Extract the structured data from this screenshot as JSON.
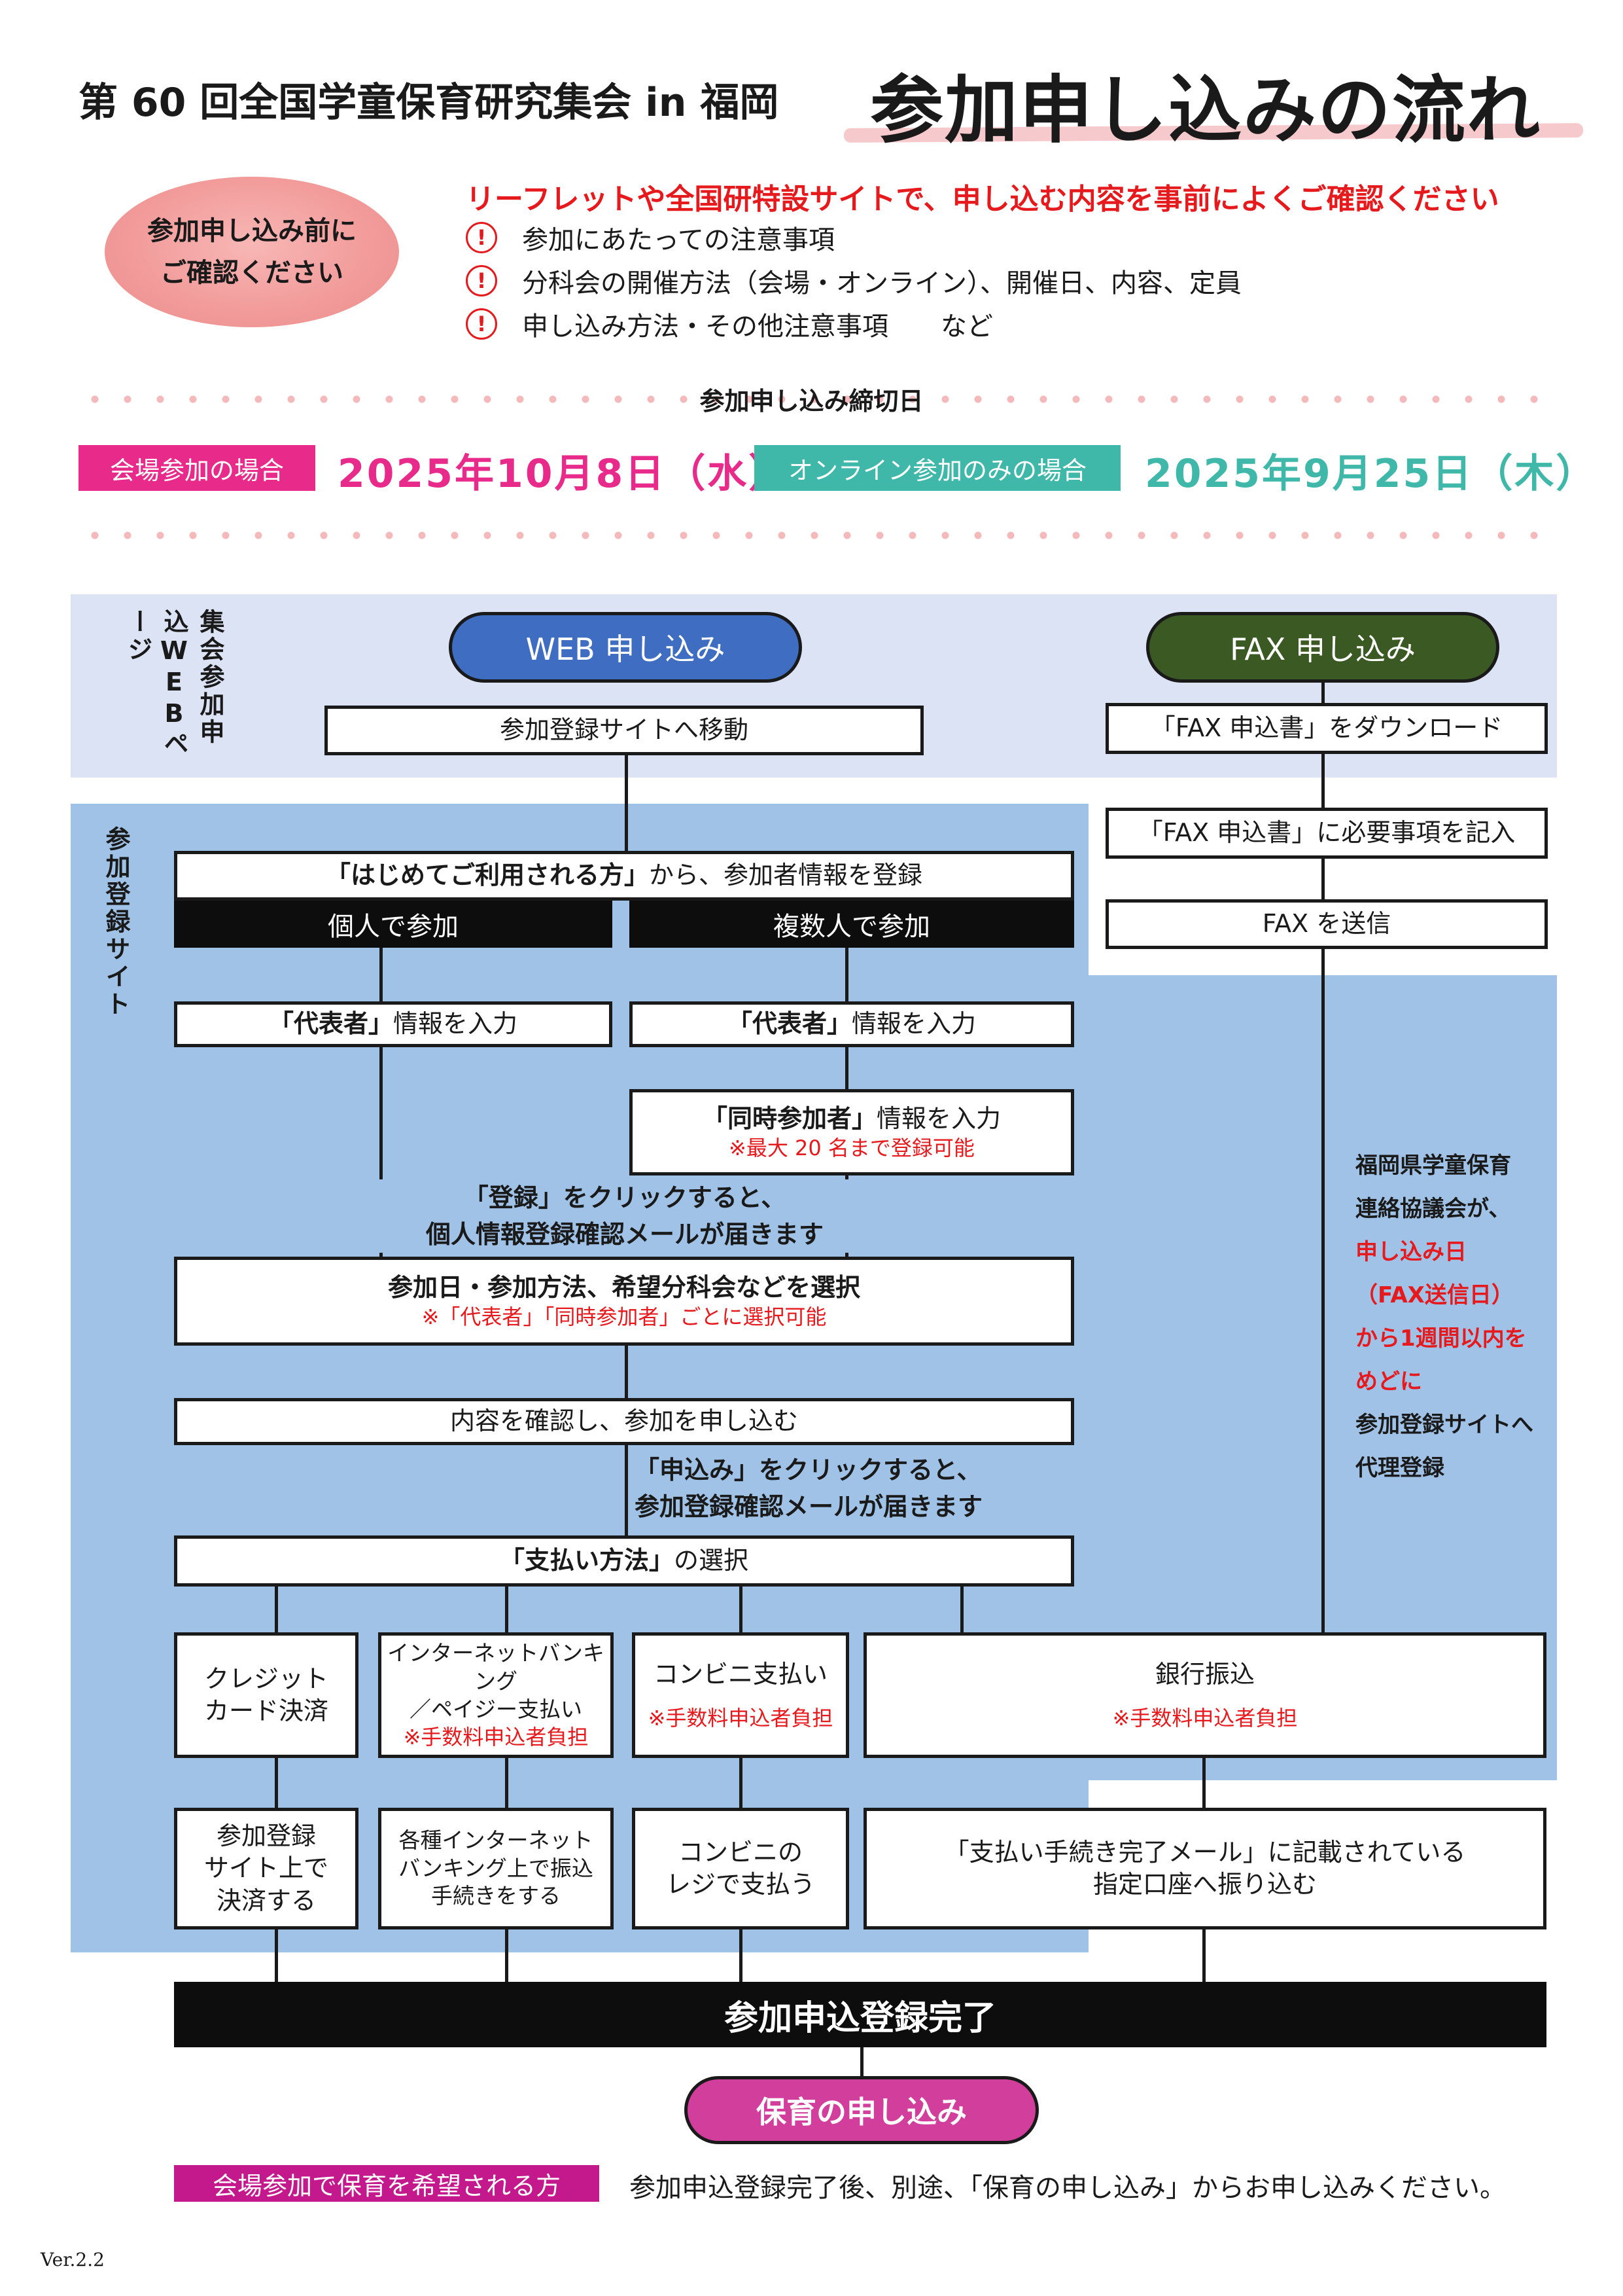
{
  "header": {
    "subtitle": "第 60 回全国学童保育研究集会 in 福岡",
    "title": "参加申し込みの流れ"
  },
  "notice": {
    "badge_line1": "参加申し込み前に",
    "badge_line2": "ご確認ください",
    "title": "リーフレットや全国研特設サイトで、申し込む内容を事前によくご確認ください",
    "warn_icon": "!",
    "items": [
      "参加にあたっての注意事項",
      "分科会の開催方法（会場・オンライン）、開催日、内容、定員",
      "申し込み方法・その他注意事項　　など"
    ]
  },
  "deadline": {
    "title": "参加申し込み締切日",
    "venue_label": "会場参加の場合",
    "venue_date": "2025年10月8日（水）",
    "online_label": "オンライン参加のみの場合",
    "online_date": "2025年9月25日（木）"
  },
  "flow": {
    "section_web": "集会参加申込WEBページ",
    "section_site": "参加登録サイト",
    "web_title": "WEB 申し込み",
    "fax_title": "FAX 申し込み",
    "web_step1": "参加登録サイトへ移動",
    "fax_step1": "「FAX 申込書」をダウンロード",
    "fax_step2": "「FAX 申込書」に必要事項を記入",
    "fax_step3": "FAX を送信",
    "first_time_bold": "「はじめてご利用される方」",
    "first_time_rest": "から、参加者情報を登録",
    "individual": "個人で参加",
    "multiple": "複数人で参加",
    "rep_bold": "「代表者」",
    "rep_rest": "情報を入力",
    "companion_bold": "「同時参加者」",
    "companion_rest": "情報を入力",
    "companion_note": "※最大 20 名まで登録可能",
    "register_note1_bold": "「登録」",
    "register_note1_rest": "をクリックすると、",
    "register_note2": "個人情報登録確認メールが届きます",
    "select_main": "参加日・参加方法、希望分科会などを選択",
    "select_note": "※「代表者」「同時参加者」ごとに選択可能",
    "confirm": "内容を確認し、参加を申し込む",
    "apply_note1_bold": "「申込み」",
    "apply_note1_rest": "をクリックすると、",
    "apply_note2": "参加登録確認メールが届きます",
    "payment_bold": "「支払い方法」",
    "payment_rest": "の選択",
    "fax_side_lines": [
      {
        "text": "福岡県学童保育",
        "red": false
      },
      {
        "text": "連絡協議会が、",
        "red": false
      },
      {
        "text": "申し込み日",
        "red": true
      },
      {
        "text": "（FAX送信日）",
        "red": true
      },
      {
        "text": "から1週間以内を",
        "red": true
      },
      {
        "text": "めどに",
        "red": true
      },
      {
        "text": "参加登録サイトへ",
        "red": false
      },
      {
        "text": "代理登録",
        "red": false
      }
    ],
    "pay_card_1": "クレジット",
    "pay_card_2": "カード決済",
    "pay_net_1": "インターネットバンキング",
    "pay_net_2": "／ペイジー支払い",
    "pay_fee": "※手数料申込者負担",
    "pay_conv": "コンビニ支払い",
    "pay_bank": "銀行振込",
    "act_card_1": "参加登録",
    "act_card_2": "サイト上で",
    "act_card_3": "決済する",
    "act_net_1": "各種インターネット",
    "act_net_2": "バンキング上で振込",
    "act_net_3": "手続きをする",
    "act_conv_1": "コンビニの",
    "act_conv_2": "レジで支払う",
    "act_bank_1": "「支払い手続き完了メール」に記載されている",
    "act_bank_2": "指定口座へ振り込む",
    "complete": "参加申込登録完了",
    "childcare": "保育の申し込み"
  },
  "footer": {
    "label": "会場参加で保育を希望される方",
    "text": "参加申込登録完了後、別途、「保育の申し込み」からお申し込みください。",
    "version": "Ver.2.2"
  },
  "colors": {
    "accent_red": "#e6191d",
    "venue_pink": "#e82a8a",
    "online_teal": "#3fb8aa",
    "web_blue": "#3f6dc2",
    "fax_green": "#3b5a23",
    "childcare_magenta": "#d13e9c",
    "panel_light": "#dbe3f4",
    "panel_blue": "#9fc2e6"
  }
}
